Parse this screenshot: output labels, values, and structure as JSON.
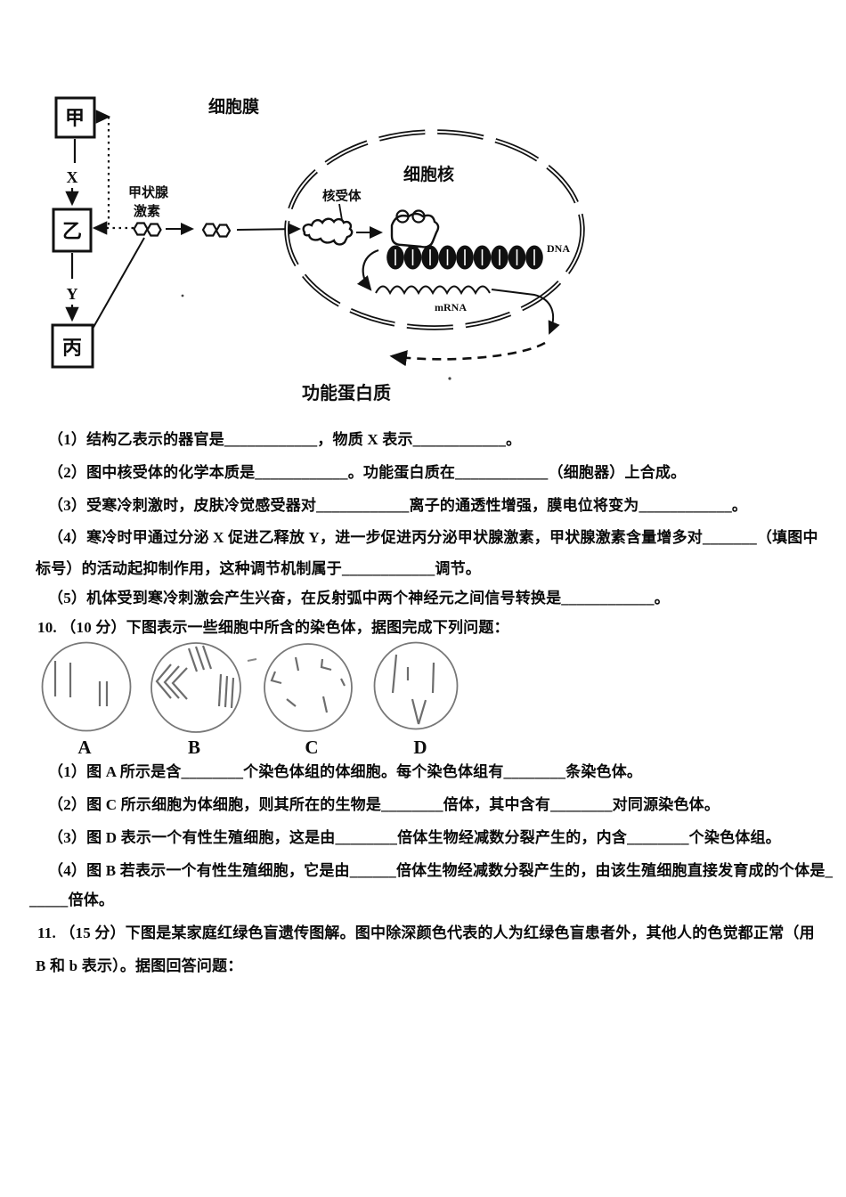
{
  "figure1": {
    "labels": {
      "jia": "甲",
      "yi": "乙",
      "bing": "丙",
      "x": "X",
      "y": "Y",
      "hormone1": "甲状腺",
      "hormone2": "激素",
      "cell_membrane": "细胞膜",
      "nucleus": "细胞核",
      "nuclear_receptor": "核受体",
      "dna": "DNA",
      "mrna": "mRNA",
      "protein": "功能蛋白质"
    }
  },
  "q9": {
    "parts": [
      "（1）结构乙表示的器官是____________，物质 X 表示____________。",
      "（2）图中核受体的化学本质是____________。功能蛋白质在____________（细胞器）上合成。",
      "（3）受寒冷刺激时，皮肤冷觉感受器对____________离子的通透性增强，膜电位将变为____________。",
      "（4）寒冷时甲通过分泌 X 促进乙释放 Y，进一步促进丙分泌甲状腺激素，甲状腺激素含量增多对_______（填图中",
      "标号）的活动起抑制作用，这种调节机制属于____________调节。",
      "（5）机体受到寒冷刺激会产生兴奋，在反射弧中两个神经元之间信号转换是____________。"
    ]
  },
  "q10": {
    "header": "10. （10 分）下图表示一些细胞中所含的染色体，据图完成下列问题：",
    "cell_labels": [
      "A",
      "B",
      "C",
      "D"
    ],
    "parts": [
      "（1）图 A 所示是含________个染色体组的体细胞。每个染色体组有________条染色体。",
      "（2）图 C 所示细胞为体细胞，则其所在的生物是________倍体，其中含有________对同源染色体。",
      "（3）图 D 表示一个有性生殖细胞，这是由________倍体生物经减数分裂产生的，内含________个染色体组。",
      "（4）图 B 若表示一个有性生殖细胞，它是由______倍体生物经减数分裂产生的，由该生殖细胞直接发育成的个体是_",
      "_____倍体。"
    ]
  },
  "q11": {
    "lines": [
      "11. （15 分）下图是某家庭红绿色盲遗传图解。图中除深颜色代表的人为红绿色盲患者外，其他人的色觉都正常（用",
      "B 和 b 表示）。据图回答问题："
    ]
  }
}
